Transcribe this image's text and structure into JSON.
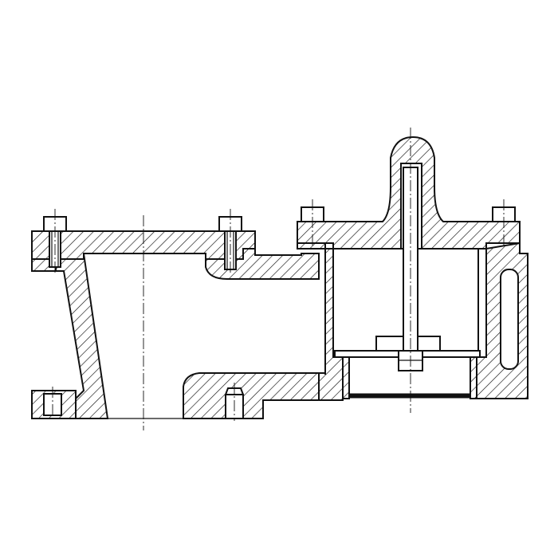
{
  "drawing": {
    "kind": "engineering cross-section drawing",
    "colors": {
      "line": "#111111",
      "background": "#ffffff"
    },
    "parts": [
      "left-flange-cover",
      "left-body-housing",
      "left-bottom-flange",
      "connecting-duct",
      "right-cover-dome",
      "right-chamber-housing",
      "central-rod",
      "piston-disc",
      "bolts",
      "drain-plug"
    ]
  }
}
